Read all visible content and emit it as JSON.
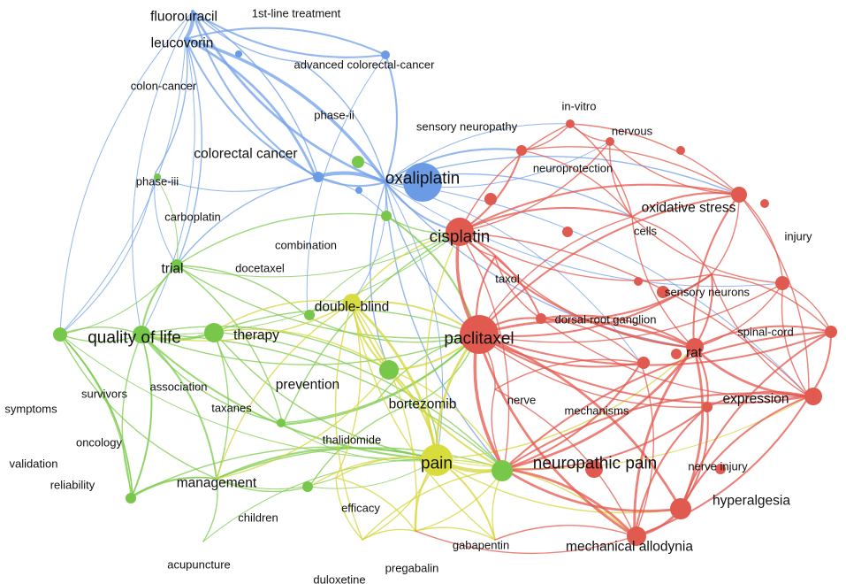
{
  "clusters": {
    "blue": {
      "color": "#6c9be6",
      "edge": "#6f9fe8"
    },
    "green": {
      "color": "#77c84a",
      "edge": "#7ccb4c"
    },
    "yellow": {
      "color": "#d8dc3c",
      "edge": "#d4d638"
    },
    "red": {
      "color": "#e05a4f",
      "edge": "#e4574c"
    }
  },
  "nodes": [
    {
      "id": "fluorouracil",
      "label": "fluorouracil",
      "cluster": "blue",
      "size": 2
    },
    {
      "id": "first_line",
      "label": "1st-line treatment",
      "cluster": "blue",
      "size": 1
    },
    {
      "id": "leucovorin",
      "label": "leucovorin",
      "cluster": "blue",
      "size": 2
    },
    {
      "id": "adv_crc",
      "label": "advanced colorectal-cancer",
      "cluster": "blue",
      "size": 1
    },
    {
      "id": "colon_cancer",
      "label": "colon-cancer",
      "cluster": "blue",
      "size": 1
    },
    {
      "id": "phase_ii",
      "label": "phase-ii",
      "cluster": "blue",
      "size": 1
    },
    {
      "id": "colorectal",
      "label": "colorectal cancer",
      "cluster": "blue",
      "size": 2
    },
    {
      "id": "oxaliplatin",
      "label": "oxaliplatin",
      "cluster": "blue",
      "size": 3
    },
    {
      "id": "sensory_neuropathy",
      "label": "sensory neuropathy",
      "cluster": "blue",
      "size": 1
    },
    {
      "id": "phase_iii",
      "label": "phase-iii",
      "cluster": "green",
      "size": 1
    },
    {
      "id": "carboplatin",
      "label": "carboplatin",
      "cluster": "green",
      "size": 1
    },
    {
      "id": "combination",
      "label": "combination",
      "cluster": "green",
      "size": 1
    },
    {
      "id": "trial",
      "label": "trial",
      "cluster": "green",
      "size": 2
    },
    {
      "id": "docetaxel",
      "label": "docetaxel",
      "cluster": "green",
      "size": 1
    },
    {
      "id": "double_blind",
      "label": "double-blind",
      "cluster": "yellow",
      "size": 2
    },
    {
      "id": "quality_of_life",
      "label": "quality of life",
      "cluster": "green",
      "size": 3
    },
    {
      "id": "therapy",
      "label": "therapy",
      "cluster": "green",
      "size": 2
    },
    {
      "id": "prevention",
      "label": "prevention",
      "cluster": "yellow",
      "size": 2
    },
    {
      "id": "survivors",
      "label": "survivors",
      "cluster": "green",
      "size": 1
    },
    {
      "id": "association",
      "label": "association",
      "cluster": "green",
      "size": 1
    },
    {
      "id": "symptoms",
      "label": "symptoms",
      "cluster": "green",
      "size": 1
    },
    {
      "id": "taxanes",
      "label": "taxanes",
      "cluster": "green",
      "size": 1
    },
    {
      "id": "bortezomib",
      "label": "bortezomib",
      "cluster": "green",
      "size": 2
    },
    {
      "id": "oncology",
      "label": "oncology",
      "cluster": "green",
      "size": 1
    },
    {
      "id": "validation",
      "label": "validation",
      "cluster": "green",
      "size": 1
    },
    {
      "id": "reliability",
      "label": "reliability",
      "cluster": "green",
      "size": 1
    },
    {
      "id": "thalidomide",
      "label": "thalidomide",
      "cluster": "green",
      "size": 1
    },
    {
      "id": "management",
      "label": "management",
      "cluster": "green",
      "size": 2
    },
    {
      "id": "children",
      "label": "children",
      "cluster": "green",
      "size": 1
    },
    {
      "id": "efficacy",
      "label": "efficacy",
      "cluster": "yellow",
      "size": 1
    },
    {
      "id": "acupuncture",
      "label": "acupuncture",
      "cluster": "green",
      "size": 1
    },
    {
      "id": "duloxetine",
      "label": "duloxetine",
      "cluster": "yellow",
      "size": 1
    },
    {
      "id": "pregabalin",
      "label": "pregabalin",
      "cluster": "yellow",
      "size": 1
    },
    {
      "id": "gabapentin",
      "label": "gabapentin",
      "cluster": "yellow",
      "size": 1
    },
    {
      "id": "pain",
      "label": "pain",
      "cluster": "yellow",
      "size": 3
    },
    {
      "id": "neuropathic_pain",
      "label": "neuropathic pain",
      "cluster": "red",
      "size": 3
    },
    {
      "id": "nerve",
      "label": "nerve",
      "cluster": "red",
      "size": 1
    },
    {
      "id": "mechanisms",
      "label": "mechanisms",
      "cluster": "red",
      "size": 1
    },
    {
      "id": "paclitaxel",
      "label": "paclitaxel",
      "cluster": "red",
      "size": 3
    },
    {
      "id": "cisplatin",
      "label": "cisplatin",
      "cluster": "red",
      "size": 3
    },
    {
      "id": "taxol",
      "label": "taxol",
      "cluster": "red",
      "size": 1
    },
    {
      "id": "drg",
      "label": "dorsal-root ganglion",
      "cluster": "red",
      "size": 1
    },
    {
      "id": "in_vitro",
      "label": "in-vitro",
      "cluster": "red",
      "size": 1
    },
    {
      "id": "nervous",
      "label": "nervous",
      "cluster": "red",
      "size": 1
    },
    {
      "id": "neuroprotection",
      "label": "neuroprotection",
      "cluster": "red",
      "size": 1
    },
    {
      "id": "oxidative_stress",
      "label": "oxidative stress",
      "cluster": "red",
      "size": 2
    },
    {
      "id": "cells",
      "label": "cells",
      "cluster": "red",
      "size": 1
    },
    {
      "id": "injury",
      "label": "injury",
      "cluster": "red",
      "size": 1
    },
    {
      "id": "sensory_neurons",
      "label": "sensory neurons",
      "cluster": "red",
      "size": 1
    },
    {
      "id": "spinal_cord",
      "label": "spinal-cord",
      "cluster": "red",
      "size": 1
    },
    {
      "id": "rat",
      "label": "rat",
      "cluster": "red",
      "size": 2
    },
    {
      "id": "expression",
      "label": "expression",
      "cluster": "red",
      "size": 2
    },
    {
      "id": "nerve_injury",
      "label": "nerve injury",
      "cluster": "red",
      "size": 1
    },
    {
      "id": "hyperalgesia",
      "label": "hyperalgesia",
      "cluster": "red",
      "size": 2
    },
    {
      "id": "mech_allodynia",
      "label": "mechanical allodynia",
      "cluster": "red",
      "size": 2
    }
  ]
}
